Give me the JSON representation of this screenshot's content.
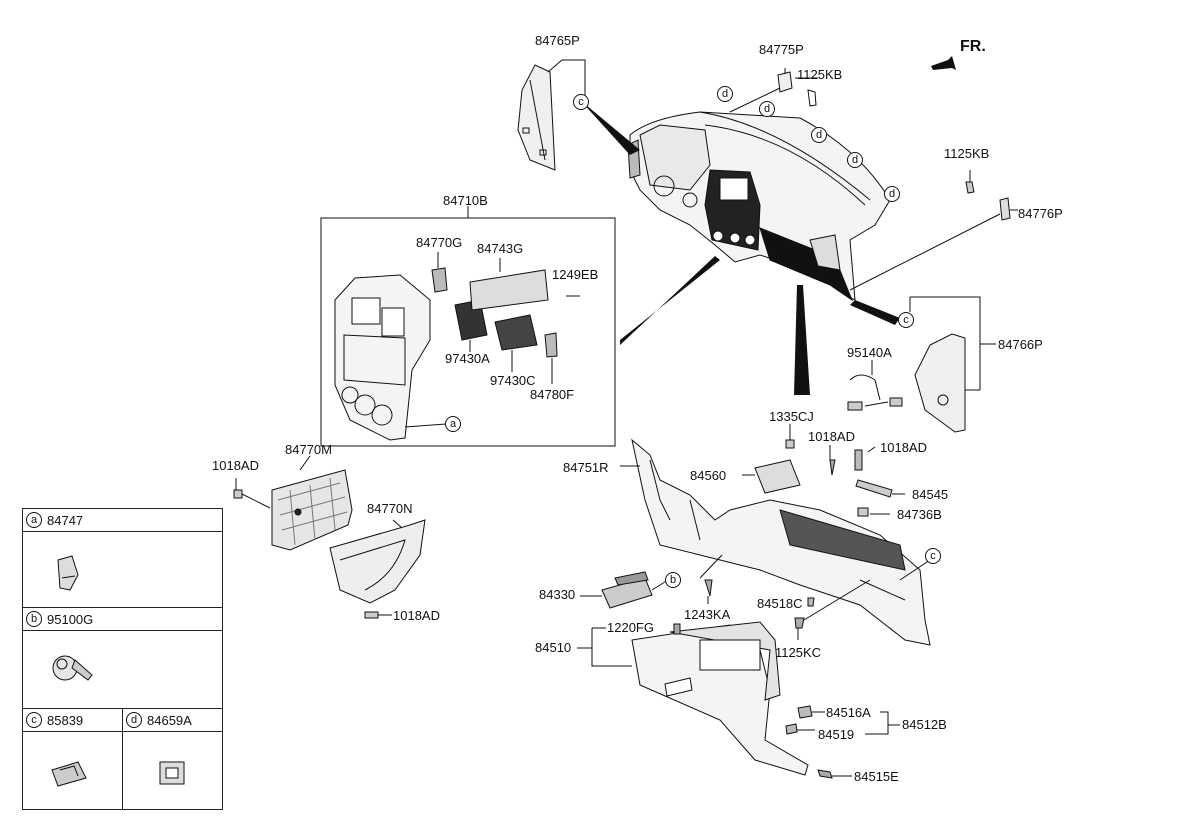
{
  "orientation": {
    "label": "FR."
  },
  "parts": {
    "p84765P": "84765P",
    "p84775P": "84775P",
    "p1125KB_a": "1125KB",
    "p1125KB_b": "1125KB",
    "p84776P": "84776P",
    "p84710B": "84710B",
    "p84770G": "84770G",
    "p84743G": "84743G",
    "p1249EB": "1249EB",
    "p97430A": "97430A",
    "p97430C": "97430C",
    "p84780F": "84780F",
    "p95140A": "95140A",
    "p84766P": "84766P",
    "p1335CJ": "1335CJ",
    "p1018AD_a": "1018AD",
    "p1018AD_b": "1018AD",
    "p1018AD_c": "1018AD",
    "p1018AD_d": "1018AD",
    "p84751R": "84751R",
    "p84560": "84560",
    "p84545": "84545",
    "p84736B": "84736B",
    "p84770M": "84770M",
    "p84770N": "84770N",
    "p84330": "84330",
    "p1243KA": "1243KA",
    "p84518C": "84518C",
    "p1125KC": "1125KC",
    "p1220FG": "1220FG",
    "p84510": "84510",
    "p84516A": "84516A",
    "p84512B": "84512B",
    "p84519": "84519",
    "p84515E": "84515E"
  },
  "callouts": {
    "a": "a",
    "b": "b",
    "c": "c",
    "d": "d"
  },
  "legend": {
    "a": {
      "letter": "a",
      "code": "84747"
    },
    "b": {
      "letter": "b",
      "code": "95100G"
    },
    "c": {
      "letter": "c",
      "code": "85839"
    },
    "d": {
      "letter": "d",
      "code": "84659A"
    }
  }
}
